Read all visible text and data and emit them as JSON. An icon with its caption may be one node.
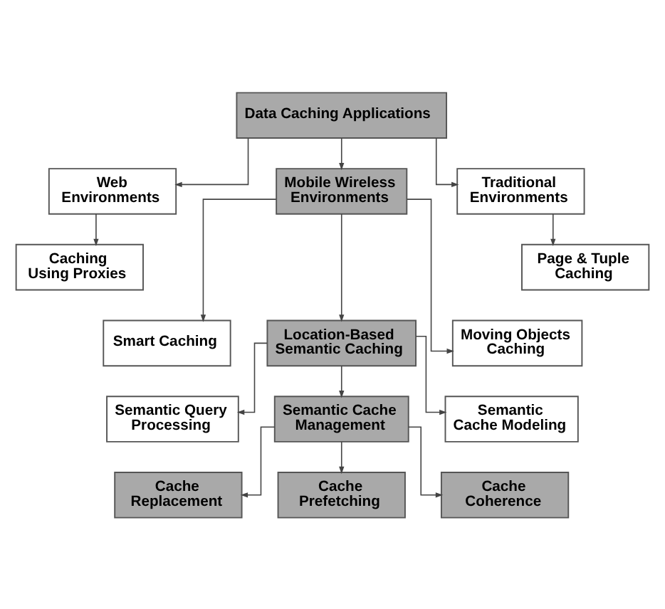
{
  "diagram": {
    "nodes": [
      {
        "text": [
          "Data Caching Applications"
        ]
      },
      {
        "text": [
          "Web Environments"
        ]
      },
      {
        "text": [
          "Mobile Wireless Environments"
        ]
      },
      {
        "text": [
          "Traditional Environments"
        ]
      },
      {
        "text": [
          "Caching Using Proxies"
        ]
      },
      {
        "text": [
          "Page & Tuple Caching"
        ]
      },
      {
        "text": [
          "Smart Caching"
        ]
      },
      {
        "text": [
          "Location-Based Semantic Caching"
        ]
      },
      {
        "text": [
          "Moving Objects Caching"
        ]
      },
      {
        "text": [
          "Semantic Query Processing"
        ]
      },
      {
        "text": [
          "Semantic Cache Management"
        ]
      },
      {
        "text": [
          "Semantic Cache Modeling"
        ]
      },
      {
        "text": [
          "Cache Replacement"
        ]
      },
      {
        "text": [
          "Cache Prefetching"
        ]
      },
      {
        "text": [
          "Cache Coherence"
        ]
      }
    ],
    "edges": [
      {
        "from": 0,
        "to": 1,
        "arrow": "to"
      },
      {
        "from": 0,
        "to": 2,
        "arrow": "to"
      },
      {
        "from": 0,
        "to": 3,
        "arrow": "to"
      },
      {
        "from": 1,
        "to": 4,
        "arrow": "to"
      },
      {
        "from": 3,
        "to": 5,
        "arrow": "to"
      },
      {
        "from": 2,
        "to": 6,
        "arrow": "to"
      },
      {
        "from": 2,
        "to": 7,
        "arrow": "to"
      },
      {
        "from": 2,
        "to": 8,
        "arrow": "to"
      },
      {
        "from": 7,
        "to": 9,
        "arrow": "to"
      },
      {
        "from": 7,
        "to": 10,
        "arrow": "to"
      },
      {
        "from": 7,
        "to": 11,
        "arrow": "to"
      },
      {
        "from": 10,
        "to": 12,
        "arrow": "to"
      },
      {
        "from": 10,
        "to": 13,
        "arrow": "to"
      },
      {
        "from": 10,
        "to": 14,
        "arrow": "to"
      }
    ]
  }
}
